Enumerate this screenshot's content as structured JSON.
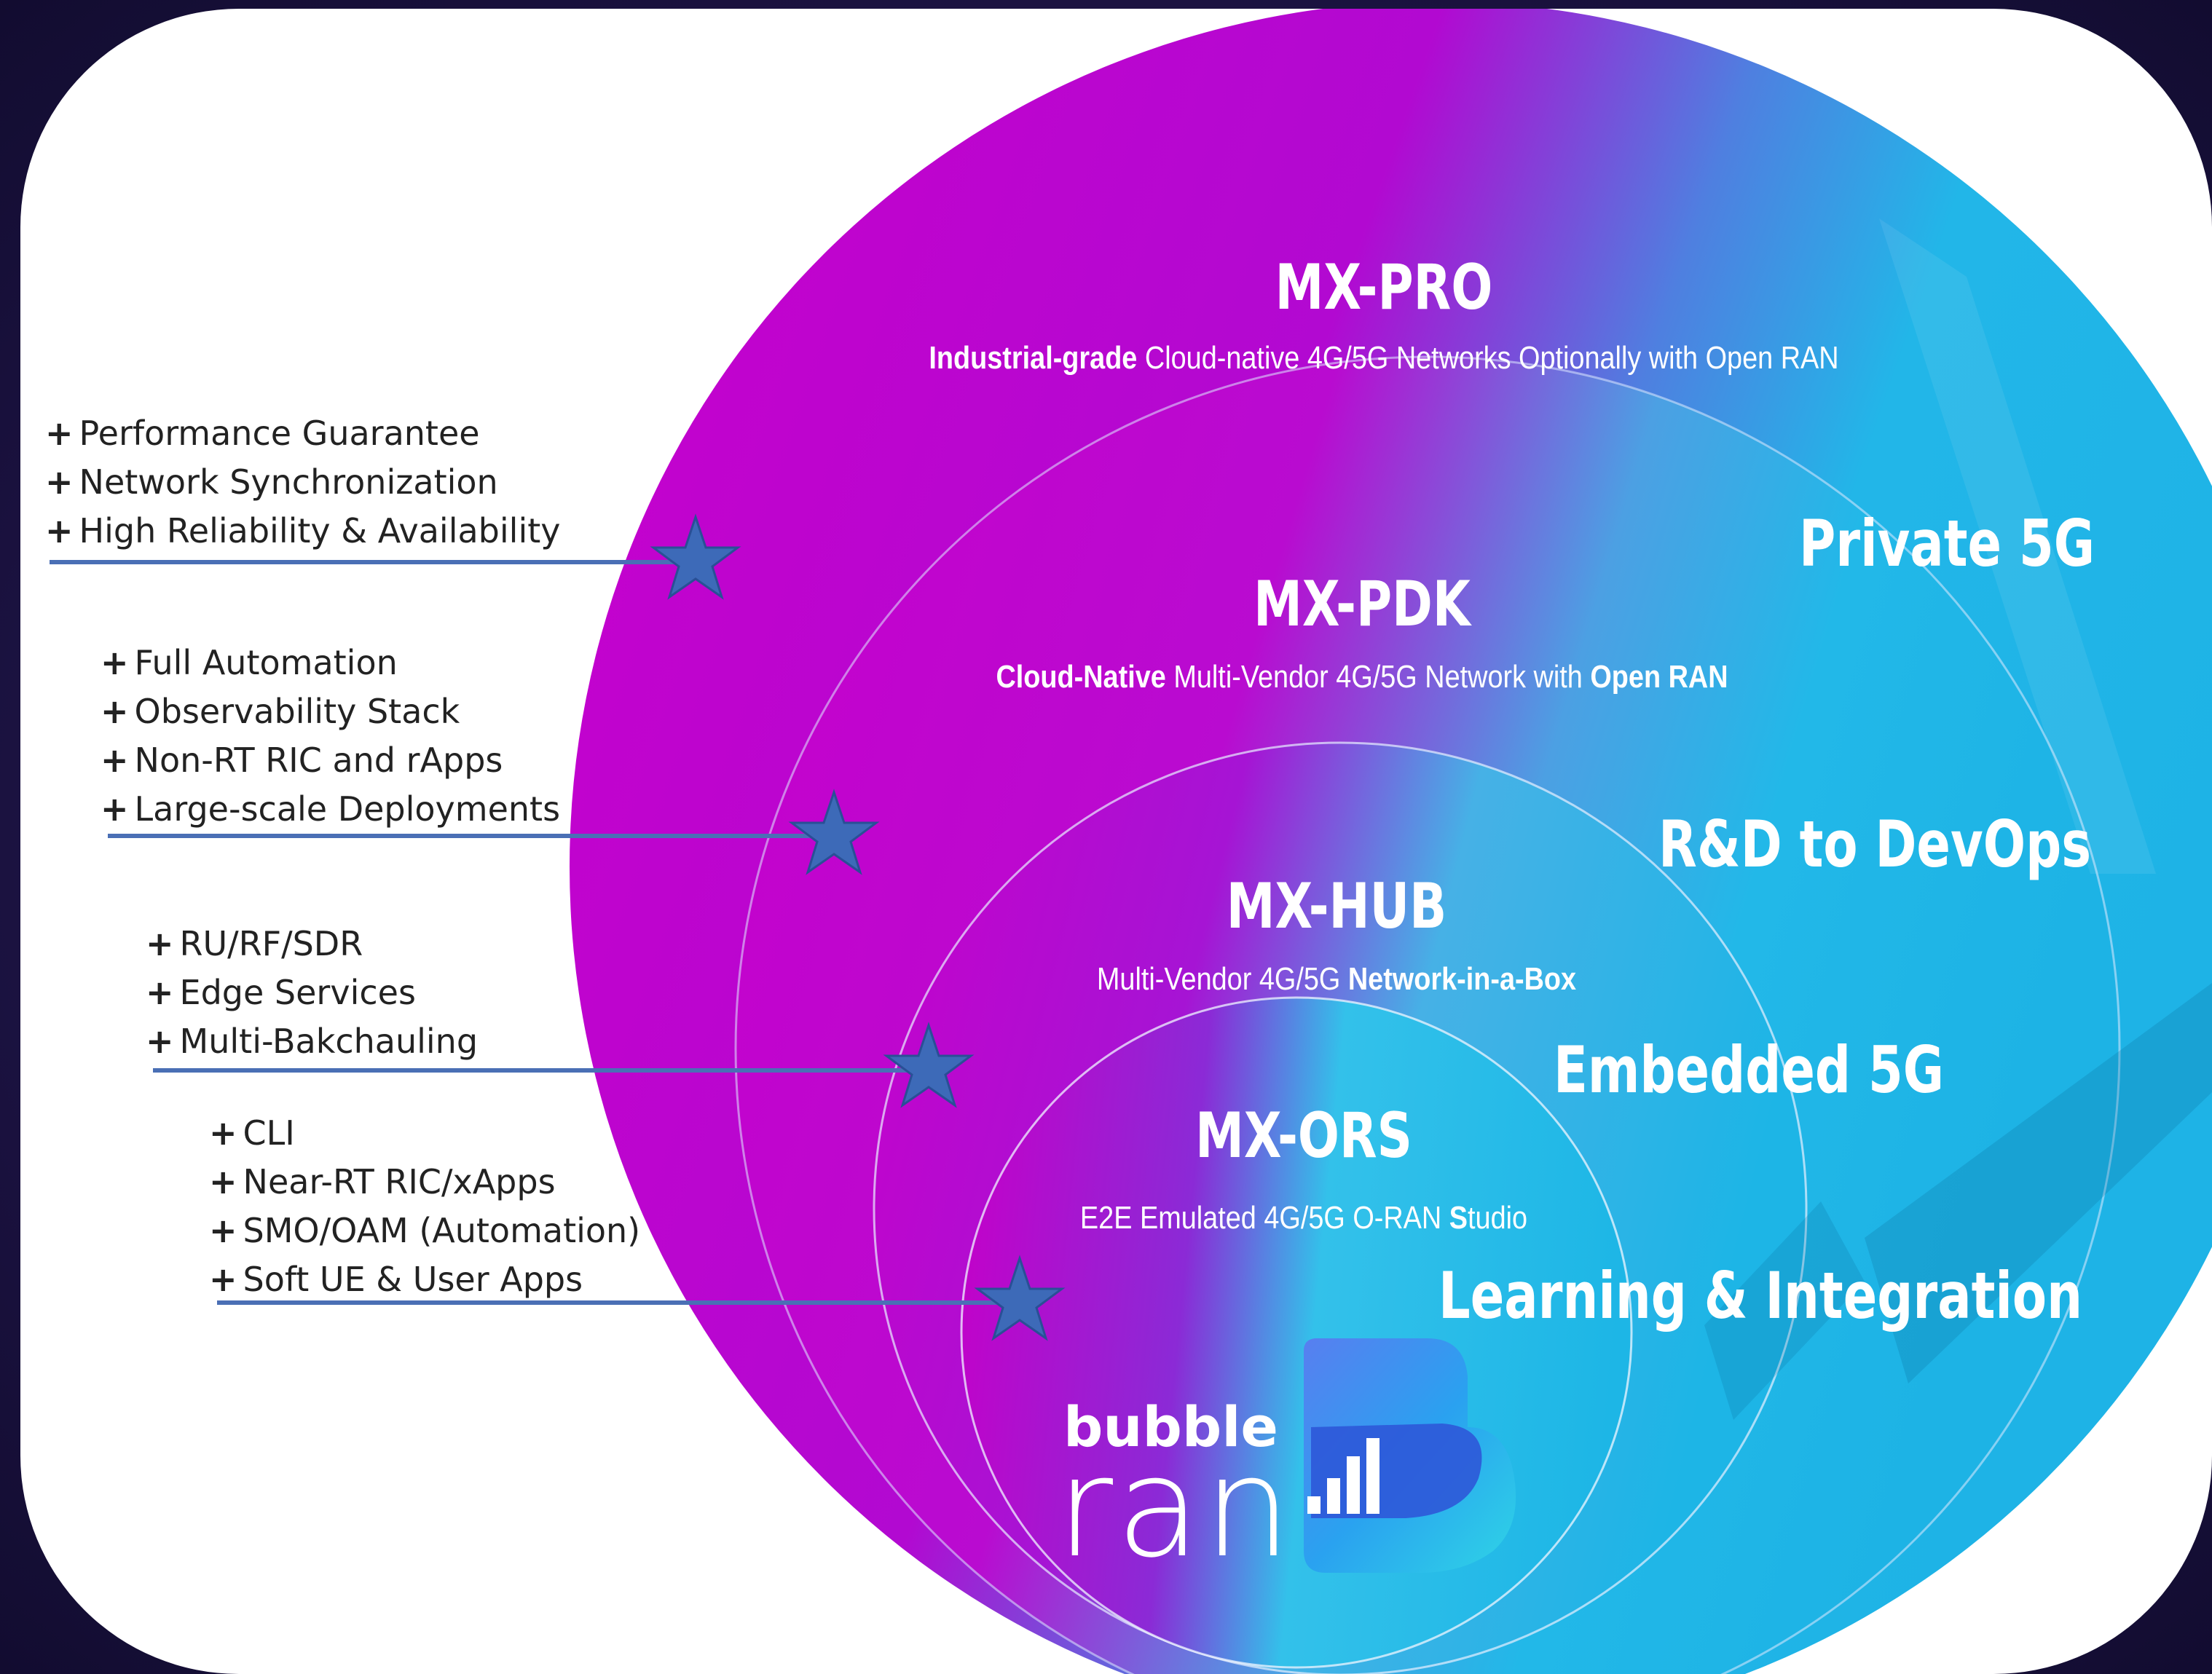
{
  "rings": [
    {
      "title": "MX-PRO",
      "subtitle_strong": "Industrial-grade",
      "subtitle_rest": " Cloud-native 4G/5G Networks Optionally with Open RAN",
      "tier": "Private 5G"
    },
    {
      "title": "MX-PDK",
      "subtitle_strong": "Cloud-Native",
      "subtitle_mid": " Multi-Vendor 4G/5G Network with ",
      "subtitle_strong2": "Open RAN",
      "tier": "R&D to DevOps"
    },
    {
      "title": "MX-HUB",
      "subtitle_rest": "Multi-Vendor 4G/5G ",
      "subtitle_strong": "Network-in-a-Box",
      "tier": "Embedded 5G"
    },
    {
      "title": "MX-ORS",
      "subtitle_pre": "E2E Emulated 4G/5G O-RAN ",
      "subtitle_strong": "S",
      "subtitle_post": "tudio",
      "tier": "Learning & Integration"
    }
  ],
  "feature_groups": [
    {
      "items": [
        "Performance Guarantee",
        "Network Synchronization",
        "High Reliability & Availability"
      ]
    },
    {
      "items": [
        "Full Automation",
        "Observability Stack",
        "Non-RT RIC and rApps",
        "Large-scale Deployments"
      ]
    },
    {
      "items": [
        "RU/RF/SDR",
        "Edge Services",
        "Multi-Bakchauling"
      ]
    },
    {
      "items": [
        "CLI",
        "Near-RT RIC/xApps",
        "SMO/OAM (Automation)",
        "Soft UE & User Apps"
      ]
    }
  ],
  "bullet_symbol": "+",
  "logo": {
    "line1": "bubble",
    "line2": "ran"
  },
  "colors": {
    "magenta": "#c900c9",
    "cyan": "#1fb8e6",
    "connector": "#4a6fb5",
    "star": "#3d6ab8"
  }
}
